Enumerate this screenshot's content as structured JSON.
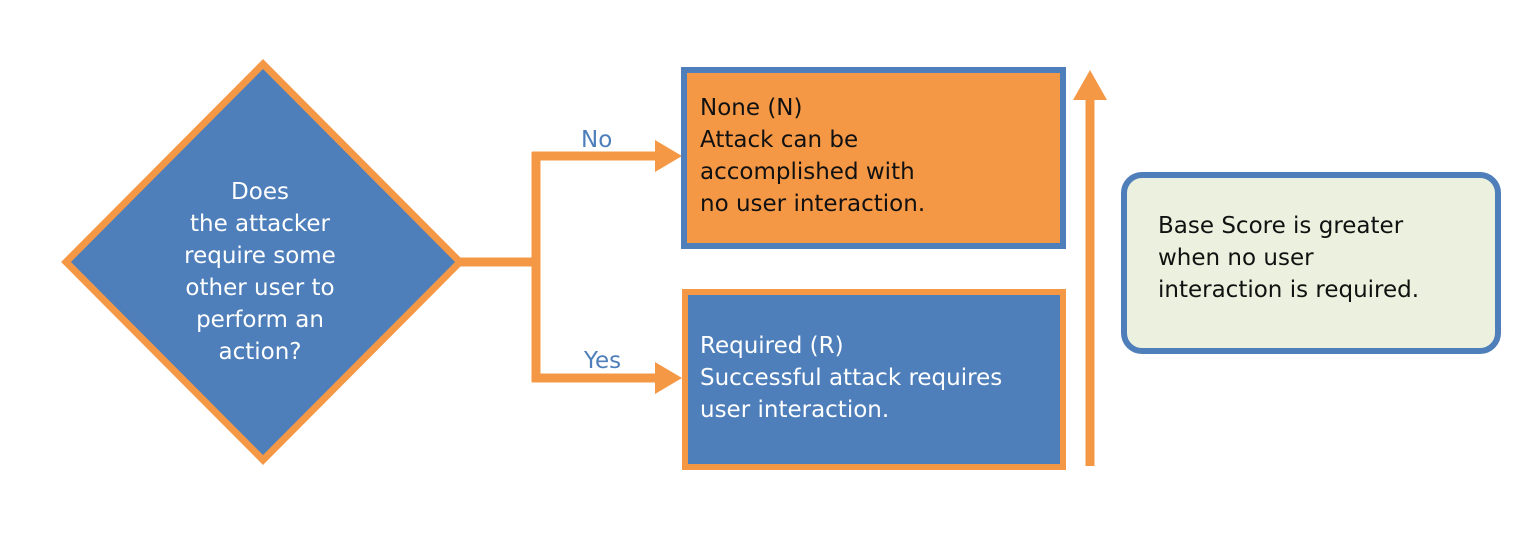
{
  "colors": {
    "blue": "#4e7fba",
    "orange": "#f59846",
    "note_fill": "#ebf1de"
  },
  "decision": {
    "text": "Does\nthe attacker\nrequire some\nother user to\nperform an\naction?"
  },
  "branches": {
    "no_label": "No",
    "yes_label": "Yes"
  },
  "none_box": {
    "title": "None (N)",
    "line1": "Attack can be",
    "line2": "accomplished with",
    "line3": "no user interaction."
  },
  "required_box": {
    "title": "Required (R)",
    "line1": "Successful attack requires",
    "line2": "user interaction."
  },
  "note": {
    "text": "Base Score is greater\nwhen no user\ninteraction is required."
  },
  "icons": {
    "arrow": "arrow-up-icon"
  }
}
